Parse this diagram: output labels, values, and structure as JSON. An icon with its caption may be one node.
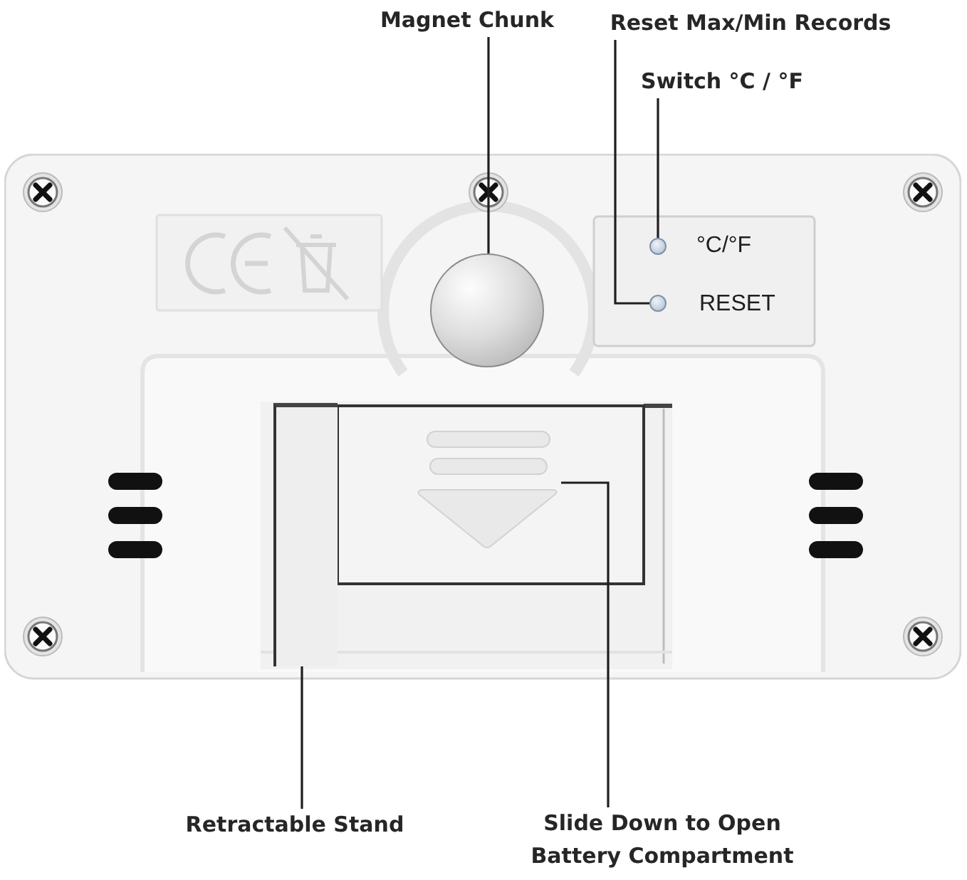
{
  "diagram": {
    "nodes": [
      {
        "text": [
          "Magnet Chunk"
        ]
      },
      {
        "text": [
          "Reset Max/Min Records"
        ]
      },
      {
        "text": [
          "Switch °C / °F"
        ]
      },
      {
        "text": [],
        "shape": "circle"
      },
      {
        "text": [],
        "shape": "circle",
        "beside": [
          "°C/°F"
        ]
      },
      {
        "text": [],
        "shape": "circle",
        "beside": [
          "RESET"
        ]
      },
      {
        "text": [],
        "shape": "box"
      },
      {
        "text": [],
        "shape": "arrow"
      },
      {
        "text": [
          "Retractable Stand"
        ]
      },
      {
        "text": [
          "Slide Down to Open Battery Compartment"
        ]
      }
    ],
    "edges": [
      {
        "from": 0,
        "to": 3,
        "arrow": "none"
      },
      {
        "from": 1,
        "to": 5,
        "arrow": "none"
      },
      {
        "from": 2,
        "to": 4,
        "arrow": "none"
      },
      {
        "from": 8,
        "to": 6,
        "arrow": "none"
      },
      {
        "from": 9,
        "to": 7,
        "arrow": "none"
      }
    ]
  }
}
